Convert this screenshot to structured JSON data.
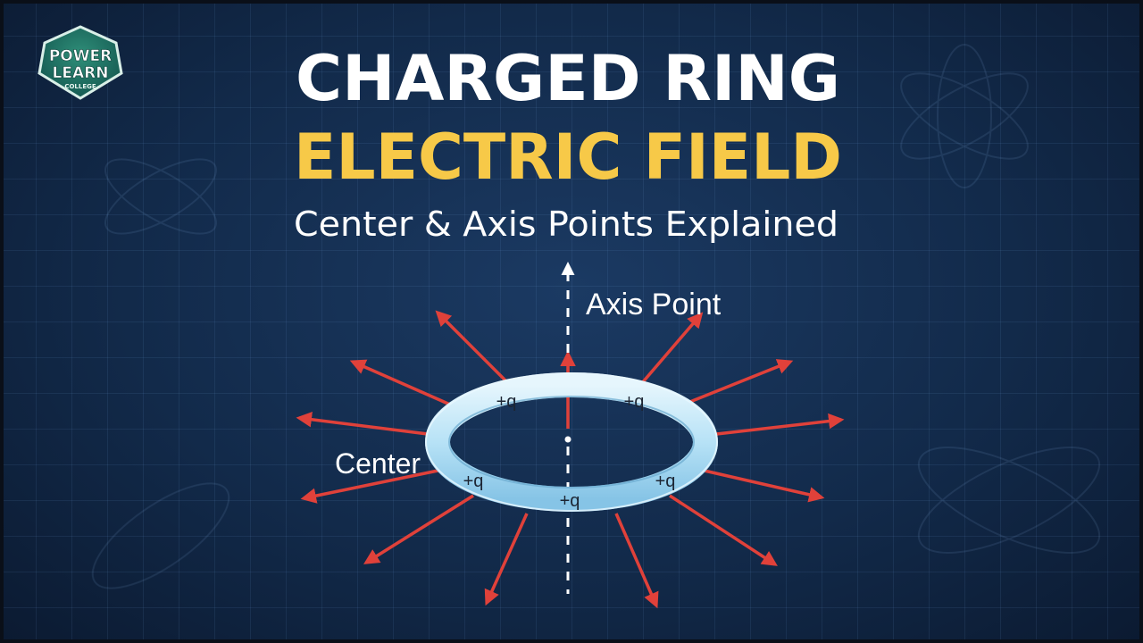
{
  "logo": {
    "line1": "POWER",
    "line2": "LEARN",
    "line3": "COLLEGE"
  },
  "header": {
    "title_line1": "CHARGED RING",
    "title_line2": "ELECTRIC FIELD",
    "subtitle": "Center & Axis Points Explained"
  },
  "diagram": {
    "axis_label": "Axis Point",
    "center_label": "Center",
    "charge_labels": [
      "+q",
      "+q",
      "+q",
      "+q",
      "+q"
    ]
  },
  "colors": {
    "background": "#122a4a",
    "title_white": "#ffffff",
    "title_yellow": "#f7c948",
    "arrow_red": "#e0413a",
    "ring_light_blue": "#bfe6f8"
  }
}
